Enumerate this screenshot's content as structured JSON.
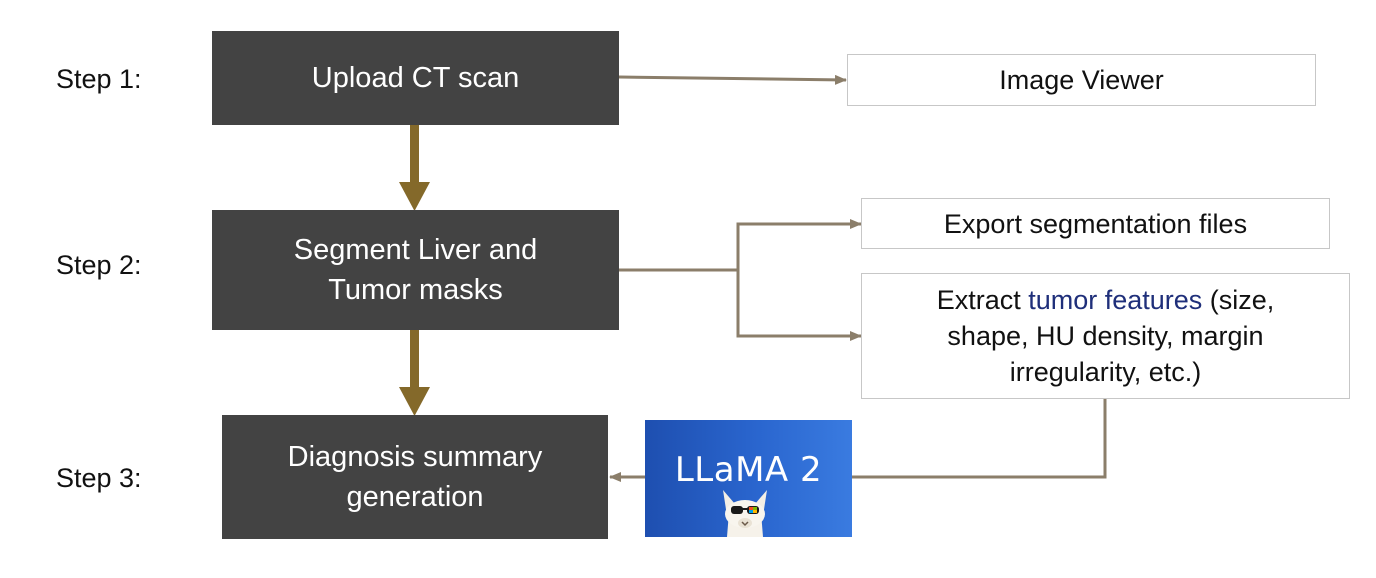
{
  "steps": [
    {
      "label": "Step 1:"
    },
    {
      "label": "Step 2:"
    },
    {
      "label": "Step 3:"
    }
  ],
  "main_boxes": {
    "upload": "Upload CT scan",
    "segment": [
      "Segment Liver and",
      "Tumor masks"
    ],
    "diagnosis": [
      "Diagnosis summary",
      "generation"
    ]
  },
  "side_boxes": {
    "image_viewer": "Image Viewer",
    "export": "Export segmentation files",
    "extract": {
      "prefix": "Extract ",
      "highlight": "tumor features",
      "line1_suffix": " (size,",
      "line2": "shape, HU density, margin",
      "line3": "irregularity, etc.)"
    }
  },
  "model": {
    "label": "LLaMA 2"
  },
  "colors": {
    "dark_box": "#434343",
    "main_arrow": "#84692a",
    "thin_line": "#8b7e6a",
    "highlight": "#1f2f7a",
    "model_start": "#1e4fb0",
    "model_end": "#3a7be0"
  }
}
